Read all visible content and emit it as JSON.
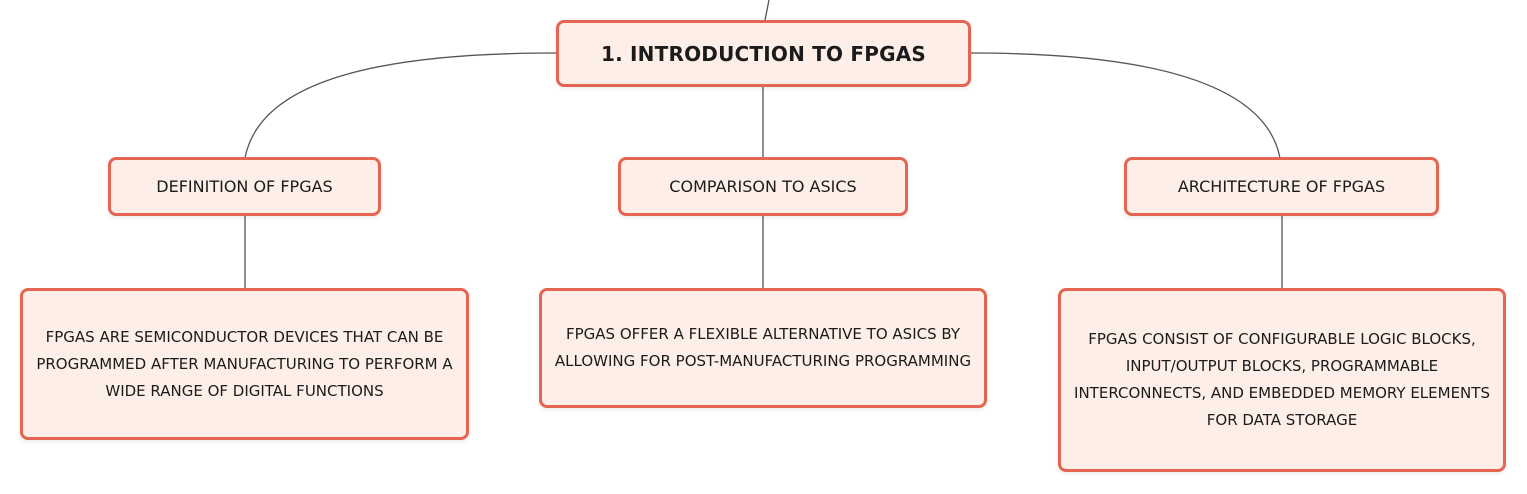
{
  "root": {
    "label": "1. INTRODUCTION TO FPGAS"
  },
  "branches": [
    {
      "label": "DEFINITION OF FPGAS",
      "detail": "FPGAS ARE SEMICONDUCTOR DEVICES THAT CAN BE PROGRAMMED AFTER MANUFACTURING TO PERFORM A WIDE RANGE OF DIGITAL FUNCTIONS"
    },
    {
      "label": "COMPARISON TO ASICS",
      "detail": "FPGAS OFFER A FLEXIBLE ALTERNATIVE TO ASICS BY ALLOWING FOR POST-MANUFACTURING PROGRAMMING"
    },
    {
      "label": "ARCHITECTURE OF FPGAS",
      "detail": "FPGAS CONSIST OF CONFIGURABLE LOGIC BLOCKS, INPUT/OUTPUT BLOCKS, PROGRAMMABLE INTERCONNECTS, AND EMBEDDED MEMORY ELEMENTS FOR DATA STORAGE"
    }
  ],
  "colors": {
    "node_border": "#e56553",
    "node_fill": "#fdeee8",
    "connector": "#555555"
  }
}
